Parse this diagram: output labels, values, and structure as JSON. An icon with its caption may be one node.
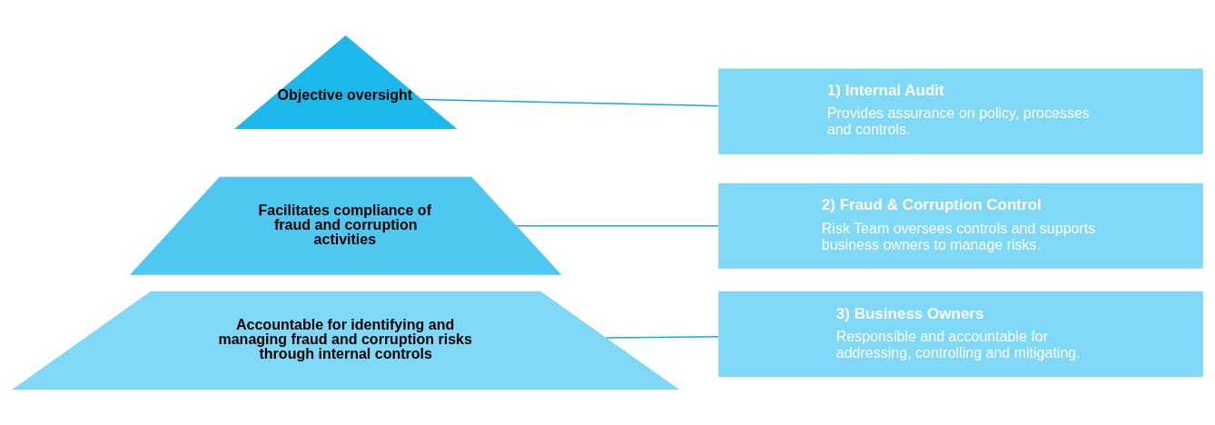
{
  "diagram": {
    "nodes": [
      {
        "text": [
          "Objective oversight"
        ]
      },
      {
        "text": [
          "Facilitates compliance of fraud and corruption activities"
        ]
      },
      {
        "text": [
          "Accountable for identifying and managing fraud and corruption risks through internal controls"
        ]
      },
      {
        "text": [
          "1) Internal Audit",
          "Provides assurance on policy, processes and controls."
        ]
      },
      {
        "text": [
          "2) Fraud & Corruption Control",
          "Risk Team oversees controls and supports business owners to manage risks."
        ]
      },
      {
        "text": [
          "3) Business Owners",
          "Responsible and accountable for addressing, controlling and mitigating."
        ]
      }
    ],
    "edges": [
      {
        "from": 0,
        "to": 3,
        "arrow": "none"
      },
      {
        "from": 1,
        "to": 4,
        "arrow": "none"
      },
      {
        "from": 2,
        "to": 5,
        "arrow": "none"
      }
    ]
  }
}
